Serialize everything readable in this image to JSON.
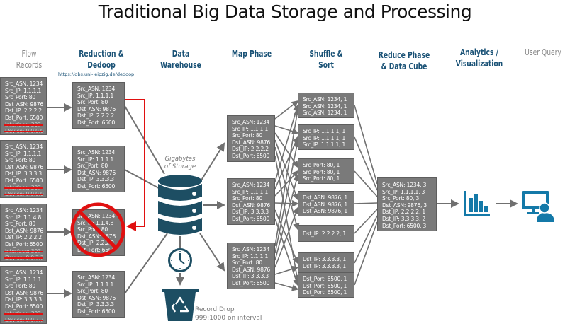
{
  "title": "Traditional Big Data Storage and Processing",
  "phases": [
    {
      "id": "flow-records",
      "label": "Flow Records",
      "line1": "Flow",
      "line2": "Records",
      "muted": true
    },
    {
      "id": "reduction-dedoop",
      "line1": "Reduction &",
      "line2": "Dedoop"
    },
    {
      "id": "data-warehouse",
      "line1": "Data",
      "line2": "Warehouse"
    },
    {
      "id": "map-phase",
      "line1": "Map Phase",
      "line2": ""
    },
    {
      "id": "shuffle-sort",
      "line1": "Shuffle &",
      "line2": "Sort"
    },
    {
      "id": "reduce-phase",
      "line1": "Reduce Phase",
      "line2": "& Data Cube"
    },
    {
      "id": "analytics",
      "line1": "Analytics /",
      "line2": "Visualization"
    },
    {
      "id": "user-query",
      "line1": "User Query",
      "line2": "",
      "muted": true
    }
  ],
  "dedoop_url": "https://dbs.uni-leipzig.de/dedoop",
  "flow_records": [
    {
      "lines": [
        "Src_ASN: 1234",
        "Src_IP: 1.1.1.1",
        "Src_Port: 80",
        "Dst_ASN: 9876",
        "Dst_IP: 2.2.2.2",
        "Dst_Port: 6500"
      ],
      "struck": [
        "Interface: 307",
        "Device: 0.0.0.0"
      ]
    },
    {
      "lines": [
        "Src_ASN: 1234",
        "Src_IP: 1.1.1.1",
        "Src_Port: 80",
        "Dst_ASN: 9876",
        "Dst_IP: 3.3.3.3",
        "Dst_Port: 6500"
      ],
      "struck": [
        "Interface: 307",
        "Device: 0.0.0.0"
      ]
    },
    {
      "lines": [
        "Src_ASN: 1234",
        "Src_IP: 1.1.4.8",
        "Src_Port: 80",
        "Dst_ASN: 9876",
        "Dst_IP: 2.2.2.2",
        "Dst_Port: 6500"
      ],
      "struck": [
        "Interface: 307",
        "Device: 0.0.7.7"
      ]
    },
    {
      "lines": [
        "Src_ASN: 1234",
        "Src_IP: 1.1.1.1",
        "Src_Port: 80",
        "Dst_ASN: 9876",
        "Dst_IP: 3.3.3.3",
        "Dst_Port: 6500"
      ],
      "struck": [
        "Interface: 307",
        "Device: 0.0.7.7"
      ]
    }
  ],
  "reduced_records": [
    {
      "lines": [
        "Src_ASN: 1234",
        "Src_IP: 1.1.1.1",
        "Src_Port: 80",
        "Dst_ASN: 9876",
        "Dst_IP: 2.2.2.2",
        "Dst_Port: 6500"
      ]
    },
    {
      "lines": [
        "Src_ASN: 1234",
        "Src_IP: 1.1.1.1",
        "Src_Port: 80",
        "Dst_ASN: 9876",
        "Dst_IP: 3.3.3.3",
        "Dst_Port: 6500"
      ]
    },
    {
      "lines": [
        "Src_ASN: 1234",
        "Src_IP: 1.1.4.8",
        "Src_Port: 80",
        "Dst_ASN: 9876",
        "Dst_IP: 2.2.2.2",
        "Dst_Port: 6500"
      ],
      "rejected": true
    },
    {
      "lines": [
        "Src_ASN: 1234",
        "Src_IP: 1.1.1.1",
        "Src_Port: 80",
        "Dst_ASN: 9876",
        "Dst_IP: 3.3.3.3",
        "Dst_Port: 6500"
      ]
    }
  ],
  "warehouse": {
    "caption_line1": "Gigabytes",
    "caption_line2": "of Storage",
    "icon": "database-icon",
    "timer_icon": "clock-icon",
    "drop_icon": "recycle-bin-icon",
    "drop_line1": "Record Drop",
    "drop_line2": "999:1000 on interval"
  },
  "map_records": [
    {
      "lines": [
        "Src_ASN: 1234",
        "Src_IP: 1.1.1.1",
        "Src_Port: 80",
        "Dst_ASN: 9876",
        "Dst_IP: 2.2.2.2",
        "Dst_Port: 6500"
      ]
    },
    {
      "lines": [
        "Src_ASN: 1234",
        "Src_IP: 1.1.1.1",
        "Src_Port: 80",
        "Dst_ASN: 9876",
        "Dst_IP: 3.3.3.3",
        "Dst_Port: 6500"
      ]
    },
    {
      "lines": [
        "Src_ASN: 1234",
        "Src_IP: 1.1.1.1",
        "Src_Port: 80",
        "Dst_ASN: 9876",
        "Dst_IP: 3.3.3.3",
        "Dst_Port: 6500"
      ]
    }
  ],
  "shuffle_groups": [
    {
      "lines": [
        "Src_ASN: 1234, 1",
        "Src_ASN: 1234, 1",
        "Src_ASN: 1234, 1"
      ]
    },
    {
      "lines": [
        "Src_IP: 1.1.1.1, 1",
        "Src_IP: 1.1.1.1, 1",
        "Src_IP: 1.1.1.1, 1"
      ]
    },
    {
      "lines": [
        "Src_Port: 80, 1",
        "Src_Port: 80, 1",
        "Src_Port: 80, 1"
      ]
    },
    {
      "lines": [
        "Dst_ASN: 9876, 1",
        "Dst_ASN: 9876, 1",
        "Dst_ASN: 9876, 1"
      ]
    },
    {
      "lines": [
        "Dst_IP: 2.2.2.2, 1"
      ]
    },
    {
      "lines": [
        "Dst_IP: 3.3.3.3, 1",
        "Dst_IP: 3.3.3.3, 1"
      ]
    },
    {
      "lines": [
        "Dst_Port: 6500, 1",
        "Dst_Port: 6500, 1",
        "Dst_Port: 6500, 1"
      ]
    }
  ],
  "reduce_result": {
    "lines": [
      "Src_ASN: 1234, 3",
      "Src_IP: 1.1.1.1, 3",
      "Src_Port: 80, 3",
      "Dst_ASN: 9876, 3",
      "Dst_IP: 2.2.2.2, 1",
      "Dst_IP: 3.3.3.3, 2",
      "Dst_Port: 6500, 3"
    ]
  },
  "analytics_icon": "bar-chart-icon",
  "user_icon": "user-monitor-icon",
  "colors": {
    "phase_text": "#1a5276",
    "muted_text": "#8a8a8a",
    "box_fill": "#7a7a7a",
    "arrow": "#707070",
    "highlight_red": "#e01010",
    "warehouse_icon": "#1d4e63",
    "analytics_icon": "#1479a8"
  }
}
